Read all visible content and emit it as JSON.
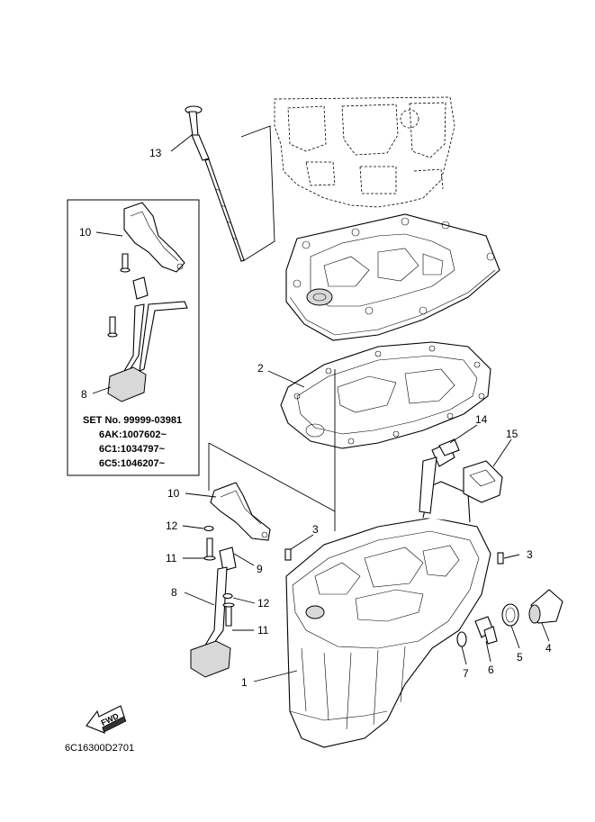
{
  "diagram": {
    "callouts": [
      {
        "id": "c13",
        "label": "13"
      },
      {
        "id": "c10a",
        "label": "10"
      },
      {
        "id": "c8a",
        "label": "8"
      },
      {
        "id": "c2",
        "label": "2"
      },
      {
        "id": "c14",
        "label": "14"
      },
      {
        "id": "c15",
        "label": "15"
      },
      {
        "id": "c10b",
        "label": "10"
      },
      {
        "id": "c12a",
        "label": "12"
      },
      {
        "id": "c3a",
        "label": "3"
      },
      {
        "id": "c3b",
        "label": "3"
      },
      {
        "id": "c11a",
        "label": "11"
      },
      {
        "id": "c9",
        "label": "9"
      },
      {
        "id": "c8b",
        "label": "8"
      },
      {
        "id": "c12b",
        "label": "12"
      },
      {
        "id": "c11b",
        "label": "11"
      },
      {
        "id": "c1",
        "label": "1"
      },
      {
        "id": "c7",
        "label": "7"
      },
      {
        "id": "c6",
        "label": "6"
      },
      {
        "id": "c5",
        "label": "5"
      },
      {
        "id": "c4",
        "label": "4"
      }
    ],
    "set_box": {
      "set_no": "SET No. 99999-03981",
      "serial_1": "6AK:1007602~",
      "serial_2": "6C1:1034797~",
      "serial_3": "6C5:1046207~"
    },
    "fwd_label": "FWD",
    "drawing_code": "6C16300D2701"
  }
}
